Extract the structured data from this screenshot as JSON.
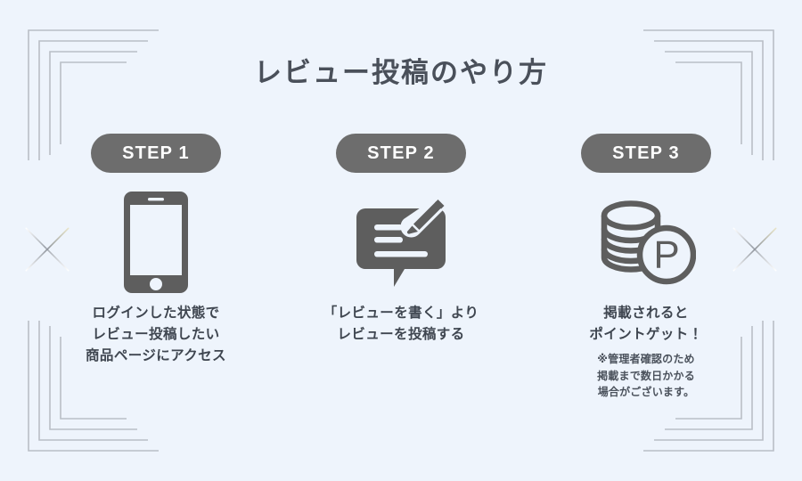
{
  "page": {
    "title": "レビュー投稿のやり方",
    "background_color": "#eef4fc",
    "title_color": "#4a505a",
    "badge_color": "#6d6d6d",
    "icon_color": "#5e5e5e",
    "text_color": "#3f4650"
  },
  "decorations": {
    "corner_frames": [
      {
        "name": "corner-frame-top-left"
      },
      {
        "name": "corner-frame-top-right"
      },
      {
        "name": "corner-frame-bottom-left"
      },
      {
        "name": "corner-frame-bottom-right"
      }
    ],
    "sparkles": [
      {
        "name": "sparkle-left"
      },
      {
        "name": "sparkle-right"
      }
    ]
  },
  "steps": [
    {
      "badge": "STEP 1",
      "icon": "smartphone-icon",
      "caption": "ログインした状態で\nレビュー投稿したい\n商品ページにアクセス",
      "note": ""
    },
    {
      "badge": "STEP 2",
      "icon": "review-write-icon",
      "caption": "「レビューを書く」より\nレビューを投稿する",
      "note": ""
    },
    {
      "badge": "STEP 3",
      "icon": "point-coins-icon",
      "caption": "掲載されると\nポイントゲット！",
      "note": "※管理者確認のため\n掲載まで数日かかる\n場合がございます。"
    }
  ]
}
